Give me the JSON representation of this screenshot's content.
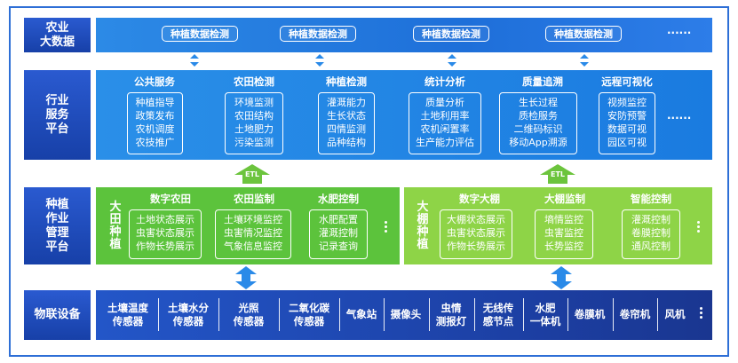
{
  "layers": {
    "top_label": "农业\n大数据",
    "industry_label": "行业\n服务\n平台",
    "mgmt_label": "种植\n作业\n管理\n平台",
    "iot_label": "物联设备"
  },
  "bigdata": {
    "pills": [
      "种植数据检测",
      "种植数据检测",
      "种植数据检测",
      "种植数据检测"
    ],
    "more": "······"
  },
  "industry": {
    "columns": [
      {
        "title": "公共服务",
        "items": [
          "种植指导",
          "政策发布",
          "农机调度",
          "农技推广"
        ]
      },
      {
        "title": "农田检测",
        "items": [
          "环境监测",
          "农田结构",
          "土地肥力",
          "污染监测"
        ]
      },
      {
        "title": "种植检测",
        "items": [
          "灌溉能力",
          "生长状态",
          "四情监测",
          "品种结构"
        ]
      },
      {
        "title": "统计分析",
        "items": [
          "质量分析",
          "土地利用率",
          "农机闲置率",
          "生产能力评估"
        ]
      },
      {
        "title": "质量追溯",
        "items": [
          "生长过程",
          "质检服务",
          "二维码标识",
          "移动App溯源"
        ]
      },
      {
        "title": "远程可视化",
        "items": [
          "视频监控",
          "安防预警",
          "数据可视",
          "园区可视"
        ]
      }
    ],
    "more": "······"
  },
  "etl": {
    "left": "ETL",
    "right": "ETL"
  },
  "field": {
    "tag": "大\n田\n种\n植",
    "columns": [
      {
        "title": "数字农田",
        "items": [
          "土地状态展示",
          "虫害状态展示",
          "作物长势展示"
        ]
      },
      {
        "title": "农田监制",
        "items": [
          "土壤环境监控",
          "虫害情况监控",
          "气象信息监控"
        ]
      },
      {
        "title": "水肥控制",
        "items": [
          "水肥配置",
          "灌溉控制",
          "记录查询"
        ]
      }
    ]
  },
  "greenhouse": {
    "tag": "大\n棚\n种\n植",
    "columns": [
      {
        "title": "数字大棚",
        "items": [
          "大棚状态展示",
          "虫害状态展示",
          "作物长势展示"
        ]
      },
      {
        "title": "大棚监制",
        "items": [
          "墒情监控",
          "虫害监控",
          "长势监控"
        ]
      },
      {
        "title": "智能控制",
        "items": [
          "灌溉控制",
          "卷膜控制",
          "通风控制"
        ]
      }
    ]
  },
  "iot": {
    "devices": [
      "土壤温度\n传感器",
      "土壤水分\n传感器",
      "光照\n传感器",
      "二氧化碳\n传感器",
      "气象站",
      "摄像头",
      "虫情\n测报灯",
      "无线传\n感节点",
      "水肥\n一体机",
      "卷膜机",
      "卷帘机",
      "风机"
    ]
  },
  "colors": {
    "frame": "#2e6fd6",
    "label_blue": "#1e4bb8",
    "band_blue": "#1e7be0",
    "green_dark": "#5cc33c",
    "green_light": "#8ed447",
    "iot_blue": "#1c3fa3",
    "arrow_blue": "#2a8ae8",
    "etl_green": "#6cc43d"
  }
}
